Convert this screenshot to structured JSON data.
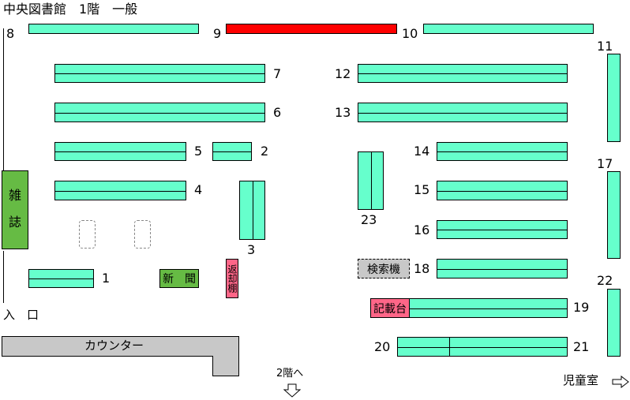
{
  "title": "中央図書館　1階　一般",
  "shelf_numbers": {
    "s1": "1",
    "s2": "2",
    "s3": "3",
    "s4": "4",
    "s5": "5",
    "s6": "6",
    "s7": "7",
    "s8": "8",
    "s9": "9",
    "s10": "10",
    "s11": "11",
    "s12": "12",
    "s13": "13",
    "s14": "14",
    "s15": "15",
    "s16": "16",
    "s17": "17",
    "s18": "18",
    "s19": "19",
    "s20": "20",
    "s21": "21",
    "s22": "22",
    "s23": "23"
  },
  "areas": {
    "magazine_1": "雑",
    "magazine_2": "誌",
    "newspaper": "新　聞",
    "return_shelf": "返却棚",
    "search_terminal": "検索機",
    "writing_desk": "記載台",
    "counter": "カウンター"
  },
  "wayfinding": {
    "entrance": "入　口",
    "stairs": "2階へ",
    "children_room": "児童室"
  },
  "colors": {
    "shelf": "#66ffcc",
    "highlight_shelf": "#ff0000",
    "magazine": "#66bb44",
    "return_shelf": "#ff6688",
    "counter": "#c8c8c8"
  }
}
